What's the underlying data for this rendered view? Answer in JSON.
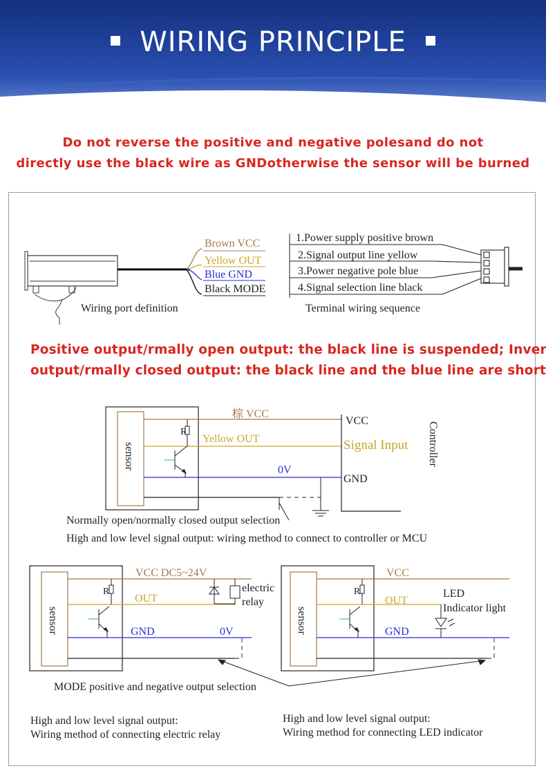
{
  "header": {
    "title": "WIRING PRINCIPLE"
  },
  "warning": {
    "line1": "Do not reverse the positive and negative polesand do not",
    "line2": "directly use the black wire as GNDotherwise the sensor will be burned"
  },
  "output_note": {
    "line1": "Positive output/rmally open output: the black line is suspended; Inverted",
    "line2": "output/rmally closed output: the black line and the blue line are shorted"
  },
  "port_definition": {
    "wires": [
      "Brown VCC",
      "Yellow OUT",
      "Blue GND",
      "Black MODE"
    ],
    "caption": "Wiring port definition"
  },
  "terminal": {
    "lines": [
      "1.Power supply positive brown",
      "2.Signal output line yellow",
      "3.Power negative pole blue",
      "4.Signal selection line black"
    ],
    "caption": "Terminal wiring sequence"
  },
  "controller_diagram": {
    "vcc_wire": "棕 VCC",
    "vcc": "VCC",
    "resistor": "R",
    "out_wire": "Yellow OUT",
    "signal_input": "Signal Input",
    "zero_v": "0V",
    "gnd": "GND",
    "sensor": "sensor",
    "controller": "Controller",
    "caption1": "Normally open/normally closed output selection",
    "caption2": "High and low level signal output: wiring method to connect to controller or MCU"
  },
  "relay_diagram": {
    "vcc": "VCC DC5~24V",
    "resistor": "R",
    "out": "OUT",
    "gnd": "GND",
    "zero_v": "0V",
    "relay_line1": "electric",
    "relay_line2": "relay",
    "sensor": "sensor",
    "caption1": "High and low level signal output:",
    "caption2": "Wiring method of connecting electric relay"
  },
  "led_diagram": {
    "vcc": "VCC",
    "resistor": "R",
    "out": "OUT",
    "gnd": "GND",
    "led_line1": "LED",
    "led_line2": "Indicator  light",
    "sensor": "sensor",
    "caption1": "High and low level signal output:",
    "caption2": "Wiring method for connecting LED indicator"
  },
  "mode_caption": "MODE positive and negative output selection",
  "colors": {
    "brown": "#a4784e",
    "yellow": "#c9a628",
    "blue": "#2b2bd4",
    "red": "#d8261f",
    "banner": "#1b3a8c"
  }
}
